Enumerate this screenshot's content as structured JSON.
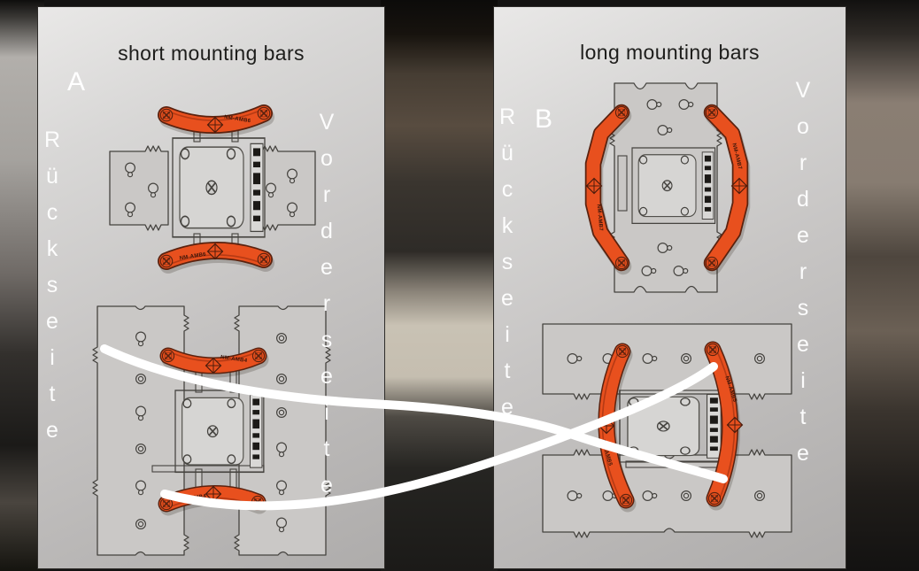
{
  "panels": {
    "a": {
      "letter": "A",
      "title": "short mounting bars",
      "side_left": "Rückseite",
      "side_right": "Vorderseite",
      "diagrams": {
        "top": {
          "bar_label": "NM-AMB6"
        },
        "bottom": {
          "bar_label": "NM-AMB4"
        }
      }
    },
    "b": {
      "letter": "B",
      "title": "long mounting bars",
      "side_left": "Rückseite",
      "side_right": "Vorderseite",
      "diagrams": {
        "top": {
          "bar_label": "NM-AMB7"
        },
        "bottom": {
          "bar_label": "NM-AMB5"
        }
      }
    }
  },
  "colors": {
    "bar_orange": "#e8501e",
    "bar_outline": "#5a220f",
    "panel_gray": "#c6c4c3",
    "outline_gray": "#45433f",
    "annotation_white": "#ffffff",
    "title_text": "#1d1d1b"
  }
}
